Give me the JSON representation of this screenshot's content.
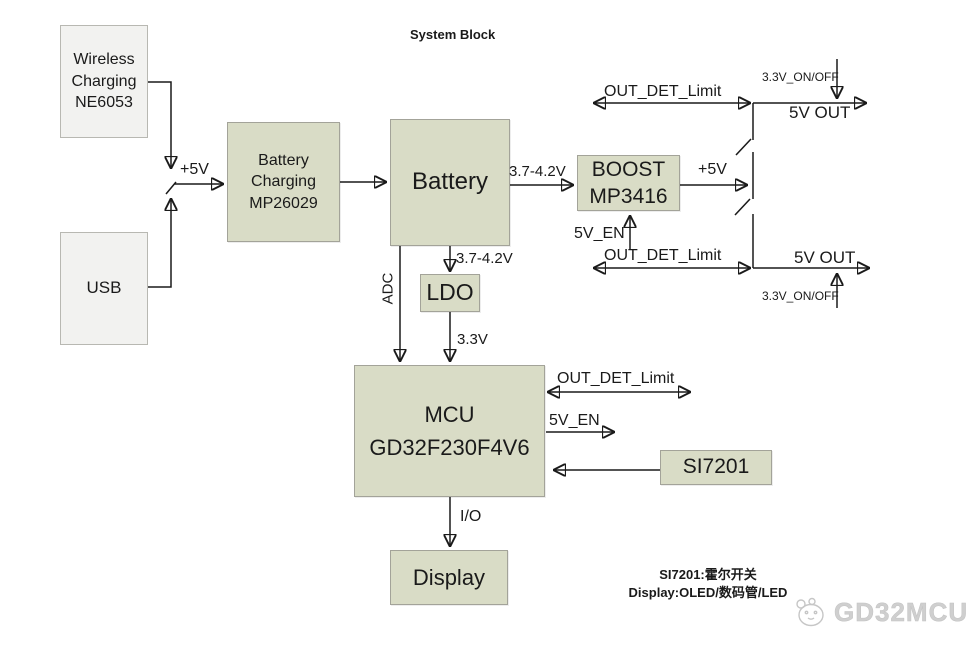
{
  "title": "System Block",
  "blocks": {
    "wireless": {
      "lines": [
        "Wireless",
        "Charging",
        "NE6053"
      ]
    },
    "usb": {
      "lines": [
        "USB"
      ]
    },
    "battery_charging": {
      "lines": [
        "Battery",
        "Charging",
        "MP26029"
      ]
    },
    "battery": {
      "lines": [
        "Battery"
      ]
    },
    "boost": {
      "lines": [
        "BOOST",
        "MP3416"
      ]
    },
    "ldo": {
      "lines": [
        "LDO"
      ]
    },
    "mcu": {
      "lines": [
        "MCU",
        "GD32F230F4V6"
      ]
    },
    "si7201": {
      "lines": [
        "SI7201"
      ]
    },
    "display": {
      "lines": [
        "Display"
      ]
    }
  },
  "labels": {
    "plus5v_input": "+5V",
    "battery_out": "3.7-4.2V",
    "battery_down": "3.7-4.2V",
    "adc": "ADC",
    "ldo_out": "3.3V",
    "boost_out": "+5V",
    "boost_en": "5V_EN",
    "out_det_top": "OUT_DET_Limit",
    "out_det_bottom": "OUT_DET_Limit",
    "out_det_mcu": "OUT_DET_Limit",
    "mcu_5v_en": "5V_EN",
    "v5_out_top": "5V OUT",
    "v5_out_bottom": "5V OUT",
    "on_off_top": "3.3V_ON/OFF",
    "on_off_bottom": "3.3V_ON/OFF",
    "io": "I/O"
  },
  "notes": {
    "si7201": "SI7201:霍尔开关",
    "display": "Display:OLED/数码管/LED"
  },
  "watermark": "GD32MCU",
  "colors": {
    "block_green": "#d9dcc6",
    "block_gray": "#f2f2f0",
    "line": "#1a1a1a",
    "watermark_gray": "#cfcfcf"
  }
}
